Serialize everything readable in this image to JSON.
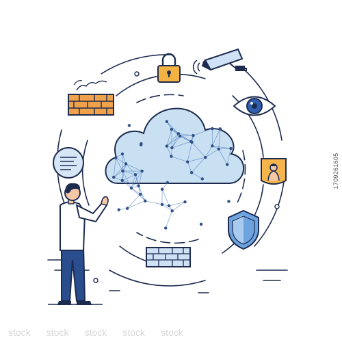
{
  "image": {
    "side_id": "1709261605",
    "watermark_text": "stock"
  },
  "icons": {
    "cloud": "network-cloud-icon",
    "lock": "padlock-icon",
    "camera": "security-camera-icon",
    "eye": "eye-icon",
    "firewall_top": "brick-firewall-icon",
    "firewall_bottom": "brick-firewall-icon",
    "document": "document-bubble-icon",
    "badge": "user-badge-icon",
    "shield": "shield-icon",
    "person": "person-figure"
  },
  "colors": {
    "outline": "#1d2b4f",
    "cloud_fill": "#c9dff2",
    "network_node": "#2f4f86",
    "lock_fill": "#f4b243",
    "brick_fill": "#f0a24a",
    "wall_fill": "#cfe2f5",
    "shield_fill": "#6da4e0",
    "badge_fill": "#f6b54c",
    "shirt": "#ffffff",
    "pants": "#2a4d8e",
    "hair": "#1d2b4f",
    "skin": "#f4c7a6"
  }
}
